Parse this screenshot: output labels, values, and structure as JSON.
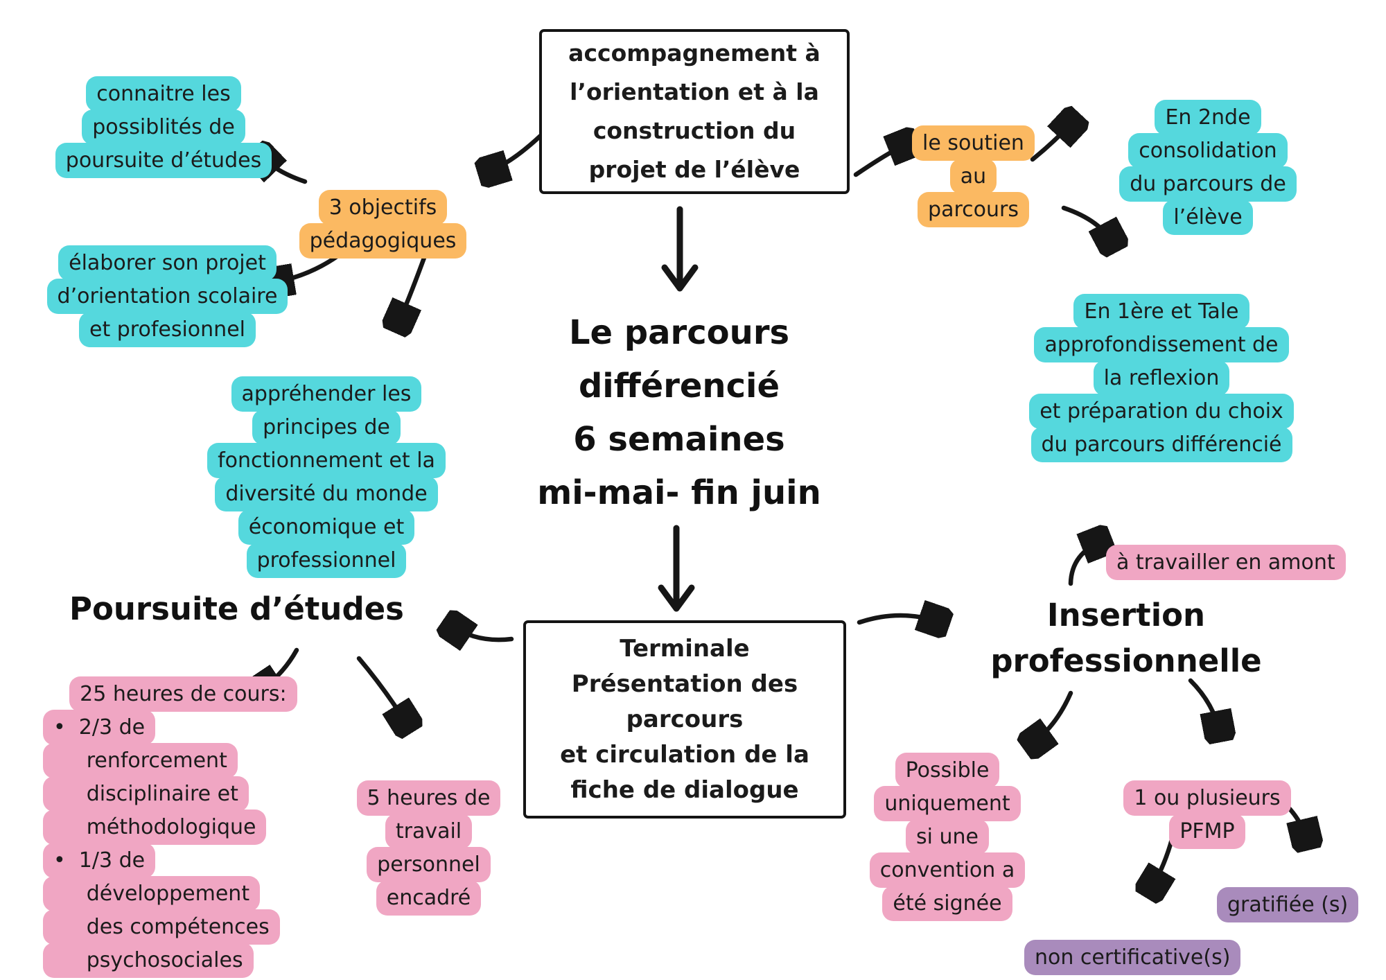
{
  "palette": {
    "cyan": "#55d8dd",
    "orange": "#fbb962",
    "pink": "#f0a6c3",
    "purple": "#a98bbc",
    "ink": "#161616",
    "background": "#ffffff"
  },
  "nodes": {
    "accompagnement": {
      "lines": [
        "accompagnement à",
        "l’orientation et à la",
        "construction du",
        "projet de l’élève"
      ]
    },
    "title": {
      "lines": [
        "Le parcours",
        "différencié",
        "6 semaines",
        "mi-mai- fin juin"
      ]
    },
    "objectifs": {
      "lines": [
        "3 objectifs",
        "pédagogiques"
      ]
    },
    "connaitre": {
      "lines": [
        "connaitre les",
        "possiblités de",
        "poursuite d’études"
      ]
    },
    "elaborer": {
      "lines": [
        "élaborer son projet",
        "d’orientation scolaire",
        "et profesionnel"
      ]
    },
    "apprehender": {
      "lines": [
        "appréhender les",
        "principes de",
        "fonctionnement et la",
        "diversité du monde",
        "économique et",
        "professionnel"
      ]
    },
    "soutien": {
      "lines": [
        "le soutien",
        "au",
        "parcours"
      ]
    },
    "en_2nde": {
      "lines": [
        "En 2nde",
        "consolidation",
        "du parcours de",
        "l’élève"
      ]
    },
    "en_1ere": {
      "lines": [
        "En 1ère et Tale",
        "approfondissement de",
        "la reflexion",
        "et préparation du choix",
        "du parcours différencié"
      ]
    },
    "poursuite_heading": "Poursuite d’études",
    "heures_25": {
      "lines": [
        "25 heures de cours:",
        "•  2/3 de",
        "     renforcement",
        "     disciplinaire et",
        "     méthodologique",
        "•  1/3 de",
        "     développement",
        "     des compétences",
        "     psychosociales"
      ]
    },
    "heures_5": {
      "lines": [
        "5 heures de",
        "travail",
        "personnel",
        "encadré"
      ]
    },
    "terminale": {
      "lines": [
        "Terminale",
        "Présentation des",
        "parcours",
        "et circulation de la",
        "fiche de dialogue"
      ]
    },
    "insertion_heading": {
      "lines": [
        "Insertion",
        "professionnelle"
      ]
    },
    "a_travailler": {
      "lines": [
        "à travailler en amont"
      ]
    },
    "possible": {
      "lines": [
        "Possible",
        "uniquement",
        "si une",
        "convention a",
        "été signée"
      ]
    },
    "pfmp": {
      "lines": [
        "1 ou plusieurs",
        "PFMP"
      ]
    },
    "gratifiee": {
      "lines": [
        "gratifiée (s)"
      ]
    },
    "non_certificative": {
      "lines": [
        "non certificative(s)"
      ]
    }
  },
  "edges": [
    {
      "from": "accompagnement",
      "to": "objectifs"
    },
    {
      "from": "objectifs",
      "to": "connaitre"
    },
    {
      "from": "objectifs",
      "to": "elaborer"
    },
    {
      "from": "objectifs",
      "to": "apprehender"
    },
    {
      "from": "accompagnement",
      "to": "soutien"
    },
    {
      "from": "soutien",
      "to": "en_2nde"
    },
    {
      "from": "soutien",
      "to": "en_1ere"
    },
    {
      "from": "accompagnement",
      "to": "title"
    },
    {
      "from": "title",
      "to": "terminale"
    },
    {
      "from": "terminale",
      "to": "poursuite_heading"
    },
    {
      "from": "poursuite_heading",
      "to": "heures_25"
    },
    {
      "from": "poursuite_heading",
      "to": "heures_5"
    },
    {
      "from": "terminale",
      "to": "insertion_heading"
    },
    {
      "from": "insertion_heading",
      "to": "a_travailler"
    },
    {
      "from": "insertion_heading",
      "to": "possible"
    },
    {
      "from": "insertion_heading",
      "to": "pfmp"
    },
    {
      "from": "pfmp",
      "to": "non_certificative"
    },
    {
      "from": "pfmp",
      "to": "gratifiee"
    }
  ]
}
